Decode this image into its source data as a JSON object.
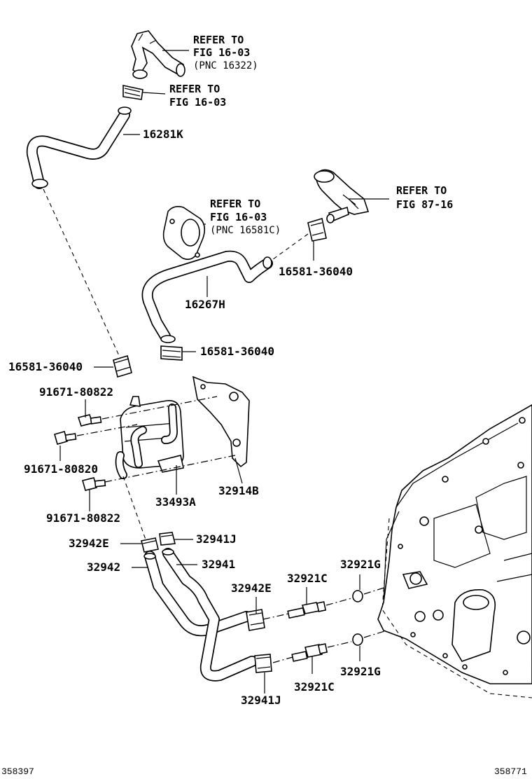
{
  "callouts": [
    {
      "id": "ref-16-03-pnc16322-l1",
      "text": "REFER TO"
    },
    {
      "id": "ref-16-03-pnc16322-l2",
      "text": "FIG 16-03"
    },
    {
      "id": "ref-16-03-pnc16322-l3",
      "text": "(PNC 16322)"
    },
    {
      "id": "ref-16-03-clamp-l1",
      "text": "REFER TO"
    },
    {
      "id": "ref-16-03-clamp-l2",
      "text": "FIG 16-03"
    },
    {
      "id": "ref-87-16-l1",
      "text": "REFER TO"
    },
    {
      "id": "ref-87-16-l2",
      "text": "FIG 87-16"
    },
    {
      "id": "ref-16-03-pnc16581c-l1",
      "text": "REFER TO"
    },
    {
      "id": "ref-16-03-pnc16581c-l2",
      "text": "FIG 16-03"
    },
    {
      "id": "ref-16-03-pnc16581c-l3",
      "text": "(PNC 16581C)"
    }
  ],
  "parts": [
    {
      "id": "p16281K",
      "text": "16281K"
    },
    {
      "id": "p16581-a",
      "text": "16581-36040"
    },
    {
      "id": "p16267H",
      "text": "16267H"
    },
    {
      "id": "p16581-b",
      "text": "16581-36040"
    },
    {
      "id": "p16581-c",
      "text": "16581-36040"
    },
    {
      "id": "p91671-80822-a",
      "text": "91671-80822"
    },
    {
      "id": "p91671-80820",
      "text": "91671-80820"
    },
    {
      "id": "p91671-80822-b",
      "text": "91671-80822"
    },
    {
      "id": "p33493A",
      "text": "33493A"
    },
    {
      "id": "p32914B",
      "text": "32914B"
    },
    {
      "id": "p32942E-a",
      "text": "32942E"
    },
    {
      "id": "p32941J-a",
      "text": "32941J"
    },
    {
      "id": "p32942",
      "text": "32942"
    },
    {
      "id": "p32941",
      "text": "32941"
    },
    {
      "id": "p32921G-a",
      "text": "32921G"
    },
    {
      "id": "p32921C-a",
      "text": "32921C"
    },
    {
      "id": "p32942E-b",
      "text": "32942E"
    },
    {
      "id": "p32921G-b",
      "text": "32921G"
    },
    {
      "id": "p32921C-b",
      "text": "32921C"
    },
    {
      "id": "p32941J-b",
      "text": "32941J"
    }
  ],
  "footer": {
    "left_code": "358397",
    "right_code": "358771"
  }
}
